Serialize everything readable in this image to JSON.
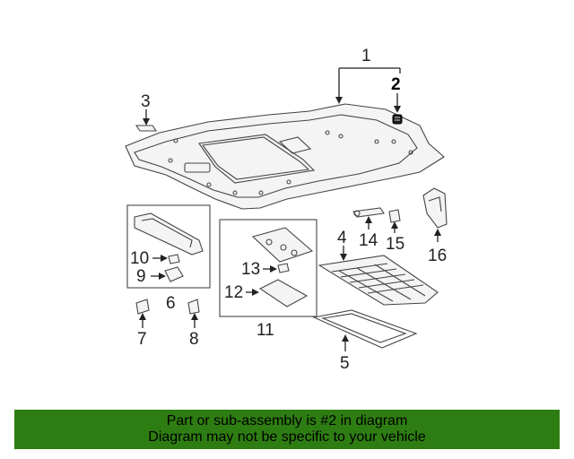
{
  "callouts": {
    "c1": "1",
    "c2": "2",
    "c3": "3",
    "c4": "4",
    "c5": "5",
    "c6": "6",
    "c7": "7",
    "c8": "8",
    "c9": "9",
    "c10": "10",
    "c11": "11",
    "c12": "12",
    "c13": "13",
    "c14": "14",
    "c15": "15",
    "c16": "16"
  },
  "banner": {
    "line1": "Part or sub-assembly is #2 in diagram",
    "line2": "Diagram may not be specific to your vehicle",
    "color": "#2e7d12"
  },
  "highlighted_part": "2"
}
